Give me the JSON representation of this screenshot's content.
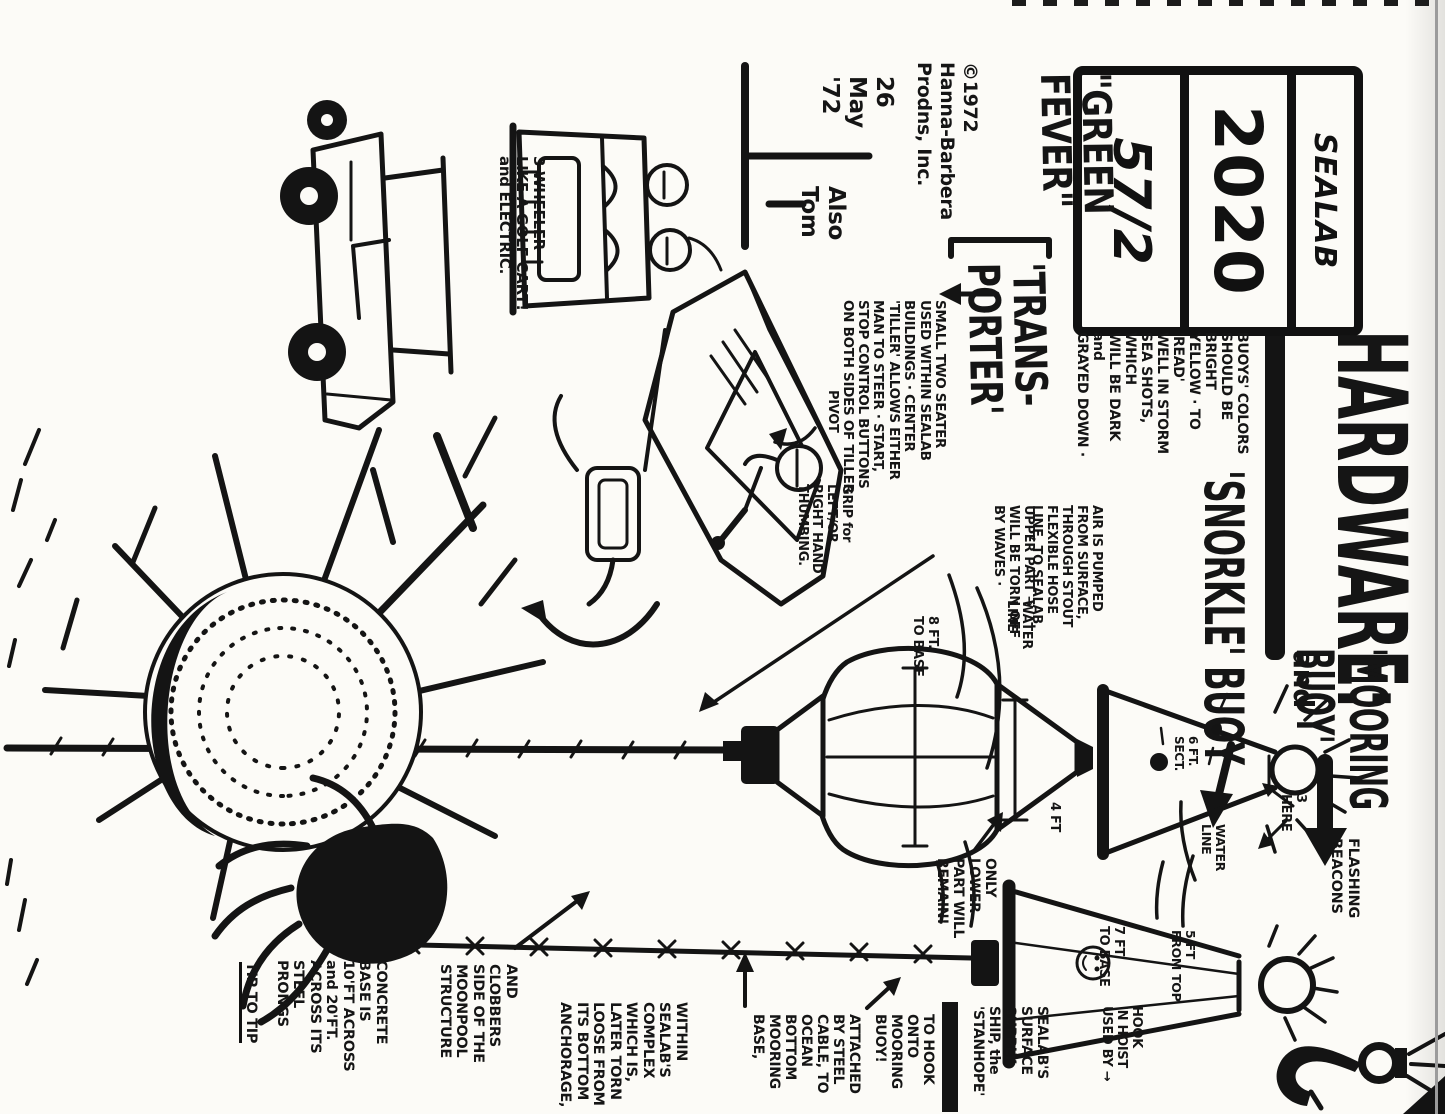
{
  "page": {
    "background": "#fcfbf7",
    "ink": "#141414",
    "scan_line_color": "#9b9b9b"
  },
  "title_block": {
    "show": "SEALAB",
    "year": "2020",
    "episode_number": "57/2"
  },
  "episode_title": "\"GREEN\nFEVER\"",
  "credits": {
    "copyright": "©1972\nHanna-Barbera\nProdns, Inc.",
    "date": "26\nMay\n'72",
    "artist": "Also\nTom"
  },
  "heading": {
    "main": "HARDWARE:",
    "sub": "'MOORING BUOY'",
    "conj": "and",
    "sub2": "'SNORKLE' BUOY"
  },
  "notes": {
    "buoy_colors": "BUOYS' COLORS\nSHOULD BE BRIGHT\nYELLOW · TO 'READ'\nWELL IN STORM\nSEA SHOTS, WHICH\nWILL BE DARK and\nGRAYED DOWN ·",
    "air_pumped": "AIR IS PUMPED\nFROM SURFACE,\nTHROUGH STOUT\nFLEXIBLE HOSE\nLINE, TO SEALAB.",
    "upper_part": "UPPER PART →\nWILL BE TORN OFF\nBY WAVES ·",
    "lower_part": "ONLY\nLOWER\nPART WILL\nREMAIN!",
    "water_line": "WATER\nLINE",
    "flashing_beacons": "FLASHING\nBEACONS",
    "three_here": "3\nHERE",
    "transporter_title": "'TRANS-\nPORTER'",
    "transporter_note": "SMALL TWO SEATER\nUSED WITHIN SEALAB\nBUILDINGS · CENTER\n'TILLER' ALLOWS EITHER\nMAN TO STEER · START,\nSTOP CONTROL BUTTONS\nON BOTH SIDES OF TILLER",
    "pivot": "PIVOT",
    "grip": "GRIP for\nLEFT/OR\nRIGHT HAND\nTHUMBING.",
    "three_wheeler": "3 WHEELER ~\nLIKE A GOLF CART!\nand ELECTRIC.",
    "hook_hoist": "HOOK\n'N HOIST\nUSED BY →",
    "supply_ship": "SEALAB'S\nSURFACE\nSUPPLY\nSHIP, the\n'STANHOPE'",
    "to_hook": "TO HOOK\nONTO\nMOORING\nBUOY!",
    "attached": "ATTACHED\nBY STEEL\nCABLE, TO\nOCEAN\nBOTTOM\nMOORING\nBASE,",
    "within": "WITHIN\nSEALAB'S\nCOMPLEX\nWHICH IS,\nLATER TORN\nLOOSE FROM\nITS BOTTOM\nANCHORAGE,",
    "clobbers": "AND\nCLOBBERS\nSIDE OF THE\nMOONPOOL\nSTRUCTURE",
    "concrete": "CONCRETE\nBASE IS\n10'FT ACROSS\nand 20'FT.\nACROSS ITS\nSTEEL\nPRONGS",
    "tip_to_tip": "TIP TO TIP"
  },
  "measurements": {
    "m4": "4 FT",
    "m8": "8 FT.\nTO BASE",
    "m6": "6 FT.\nSECT.",
    "m7": "7 FT\nTO BASE",
    "m5": "5 FT\nFROM TOP"
  }
}
